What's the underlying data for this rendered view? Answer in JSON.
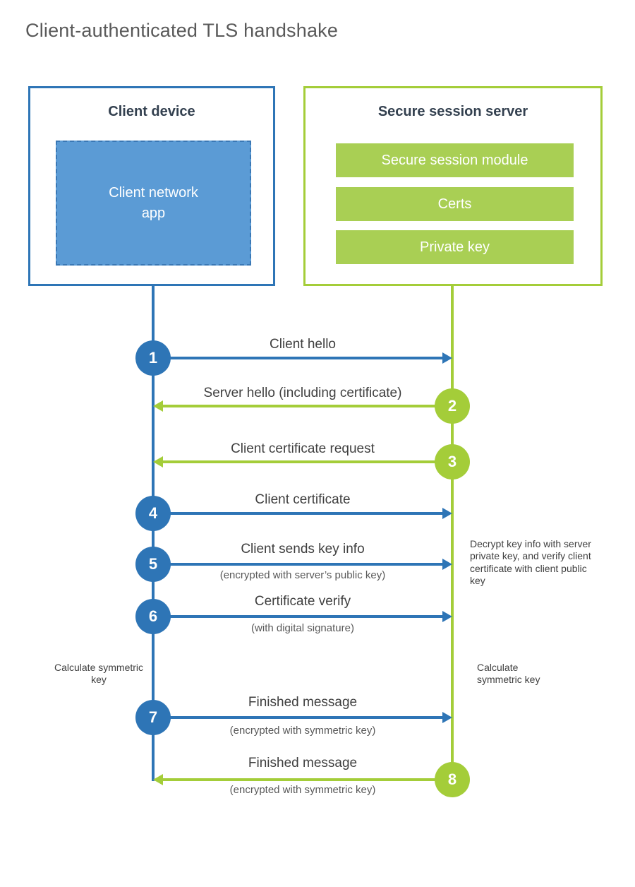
{
  "title": "Client-authenticated TLS handshake",
  "client": {
    "title": "Client device",
    "app_label": "Client network app"
  },
  "server": {
    "title": "Secure session server",
    "modules": [
      "Secure session module",
      "Certs",
      "Private key"
    ]
  },
  "steps": [
    {
      "num": "1",
      "label": "Client hello",
      "direction": "client-to-server"
    },
    {
      "num": "2",
      "label": "Server hello (including certificate)",
      "direction": "server-to-client"
    },
    {
      "num": "3",
      "label": "Client certificate request",
      "direction": "server-to-client"
    },
    {
      "num": "4",
      "label": "Client certificate",
      "direction": "client-to-server"
    },
    {
      "num": "5",
      "label": "Client sends key info",
      "sub": "(encrypted with server’s public key)",
      "direction": "client-to-server"
    },
    {
      "num": "6",
      "label": "Certificate verify",
      "sub": "(with digital signature)",
      "direction": "client-to-server"
    },
    {
      "num": "7",
      "label": "Finished message",
      "sub": "(encrypted with symmetric key)",
      "direction": "client-to-server"
    },
    {
      "num": "8",
      "label": "Finished message",
      "sub": "(encrypted with symmetric key)",
      "direction": "server-to-client"
    }
  ],
  "notes": {
    "decrypt": "Decrypt key info with server private key, and verify client certificate with client public key",
    "calculate_left": "Calculate symmetric key",
    "calculate_right": "Calculate symmetric key"
  },
  "colors": {
    "blue": "#2e75b6",
    "blue_fill": "#5b9bd5",
    "green": "#a4cd39",
    "green_fill": "#a9cf54",
    "heading": "#33404f",
    "title_gray": "#595959",
    "label": "#3f3f3f"
  }
}
